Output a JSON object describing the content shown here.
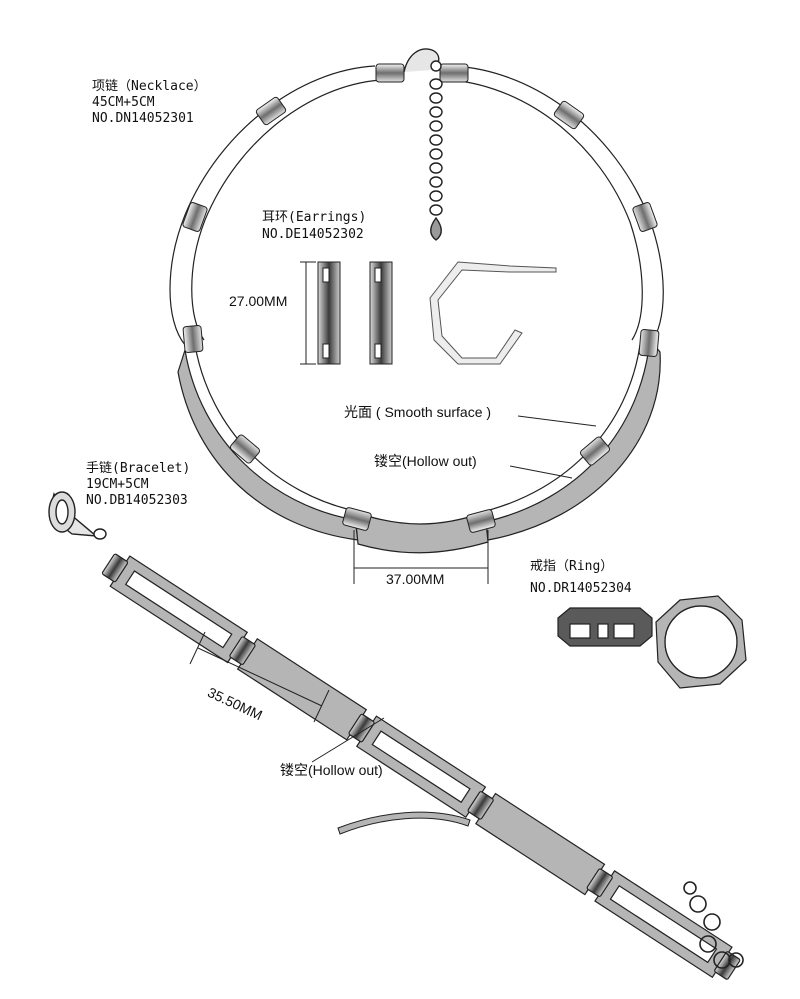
{
  "necklace": {
    "title": "项链（Necklace）",
    "length": "45CM+5CM",
    "number": "NO.DN14052301"
  },
  "earrings": {
    "title": "耳环(Earrings)",
    "number": "NO.DE14052302",
    "height_dim": "27.00MM"
  },
  "bracelet": {
    "title": "手链(Bracelet)",
    "length": "19CM+5CM",
    "number": "NO.DB14052303",
    "link_dim": "35.50MM",
    "hollow_label": "镂空(Hollow out)"
  },
  "ring": {
    "title": "戒指（Ring）",
    "number": "NO.DR14052304"
  },
  "necklace_notes": {
    "smooth_label": "光面 ( Smooth  surface )",
    "hollow_label": "镂空(Hollow out)",
    "center_dim": "37.00MM"
  },
  "colors": {
    "metal_fill": "#b5b5b5",
    "outline": "#222222",
    "background": "#ffffff"
  }
}
